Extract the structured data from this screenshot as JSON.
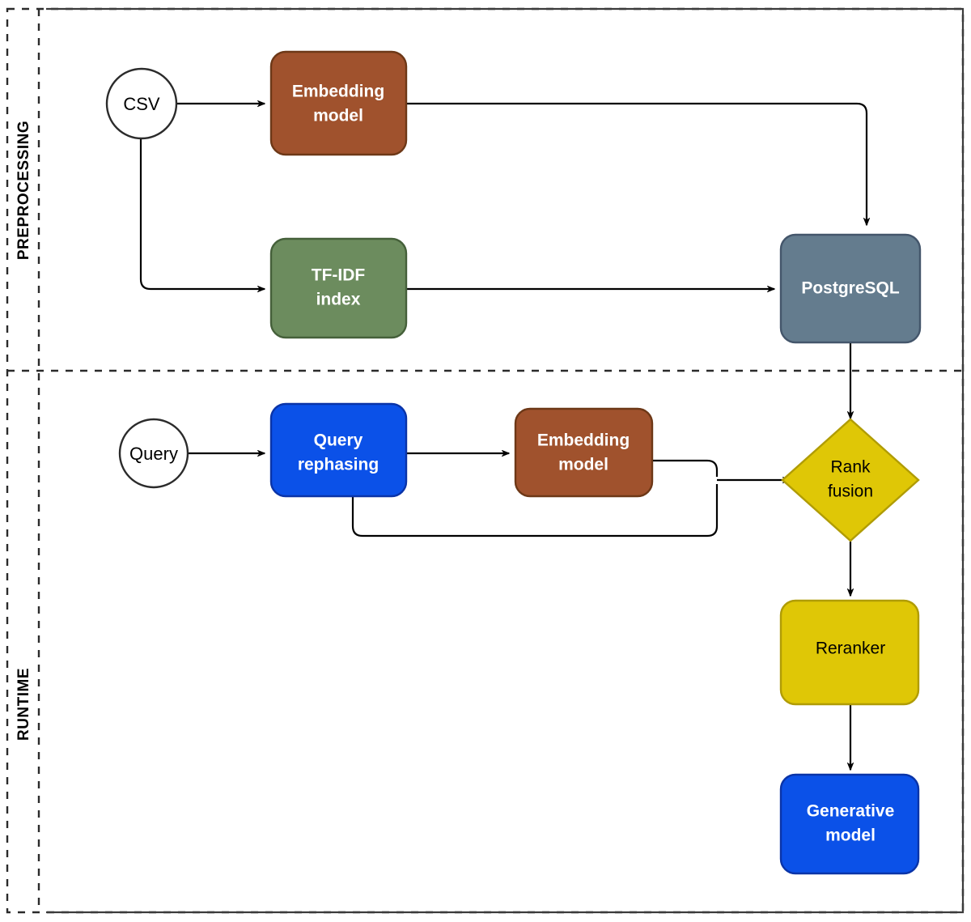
{
  "diagram": {
    "title": "Hybrid RAG pipeline",
    "background": "#ffffff",
    "lanes": [
      {
        "id": "preprocessing",
        "label": "PREPROCESSING"
      },
      {
        "id": "runtime",
        "label": "RUNTIME"
      }
    ],
    "palette": {
      "brown": "#A0522D",
      "brown_stroke": "#6D3817",
      "green": "#6C8C5E",
      "green_stroke": "#45603A",
      "slate": "#647C8E",
      "slate_stroke": "#44566B",
      "blue": "#0B51E8",
      "blue_stroke": "#0A34A8",
      "yellow": "#DFC706",
      "yellow_stroke": "#B09C05",
      "white": "#FFFFFF",
      "edge": "#000000",
      "frame": "#3B3B3B"
    },
    "nodes": [
      {
        "id": "csv",
        "label": "CSV",
        "shape": "ellipse",
        "lane": "preprocessing",
        "fill": "white",
        "text": "dark"
      },
      {
        "id": "embedding-model-1",
        "label": "Embedding\nmodel",
        "shape": "round-rect",
        "lane": "preprocessing",
        "fill": "brown",
        "text": "light"
      },
      {
        "id": "tfidf-index",
        "label": "TF-IDF\nindex",
        "shape": "round-rect",
        "lane": "preprocessing",
        "fill": "green",
        "text": "light"
      },
      {
        "id": "postgresql",
        "label": "PostgreSQL",
        "shape": "round-rect",
        "lane": "preprocessing",
        "fill": "slate",
        "text": "light"
      },
      {
        "id": "query",
        "label": "Query",
        "shape": "ellipse",
        "lane": "runtime",
        "fill": "white",
        "text": "dark"
      },
      {
        "id": "query-rephasing",
        "label": "Query\nrephasing",
        "shape": "round-rect",
        "lane": "runtime",
        "fill": "blue",
        "text": "light"
      },
      {
        "id": "embedding-model-2",
        "label": "Embedding\nmodel",
        "shape": "round-rect",
        "lane": "runtime",
        "fill": "brown",
        "text": "light"
      },
      {
        "id": "rank-fusion",
        "label": "Rank\nfusion",
        "shape": "diamond",
        "lane": "runtime",
        "fill": "yellow",
        "text": "dark"
      },
      {
        "id": "reranker",
        "label": "Reranker",
        "shape": "round-rect",
        "lane": "runtime",
        "fill": "yellow",
        "text": "dark"
      },
      {
        "id": "generative-model",
        "label": "Generative\nmodel",
        "shape": "round-rect",
        "lane": "runtime",
        "fill": "blue",
        "text": "light"
      }
    ],
    "edges": [
      {
        "id": "csv-to-embedding",
        "from": "csv",
        "to": "embedding-model-1",
        "arrow": true
      },
      {
        "id": "csv-to-tfidf",
        "from": "csv",
        "to": "tfidf-index",
        "arrow": true
      },
      {
        "id": "embedding-to-postgresql",
        "from": "embedding-model-1",
        "to": "postgresql",
        "arrow": true
      },
      {
        "id": "tfidf-to-postgresql",
        "from": "tfidf-index",
        "to": "postgresql",
        "arrow": true
      },
      {
        "id": "postgresql-to-rank-fusion",
        "from": "postgresql",
        "to": "rank-fusion",
        "arrow": true
      },
      {
        "id": "query-to-rephasing",
        "from": "query",
        "to": "query-rephasing",
        "arrow": true
      },
      {
        "id": "rephasing-to-embedding",
        "from": "query-rephasing",
        "to": "embedding-model-2",
        "arrow": true
      },
      {
        "id": "embedding-to-rank-fusion",
        "from": "embedding-model-2",
        "to": "rank-fusion",
        "arrow": true
      },
      {
        "id": "rephasing-to-rank-fusion",
        "from": "query-rephasing",
        "to": "rank-fusion",
        "arrow": true
      },
      {
        "id": "rank-fusion-to-reranker",
        "from": "rank-fusion",
        "to": "reranker",
        "arrow": true
      },
      {
        "id": "reranker-to-generative-model",
        "from": "reranker",
        "to": "generative-model",
        "arrow": true
      }
    ]
  },
  "labels": {
    "csv": "CSV",
    "embedding_model_1_line1": "Embedding",
    "embedding_model_1_line2": "model",
    "tfidf_line1": "TF-IDF",
    "tfidf_line2": "index",
    "postgresql": "PostgreSQL",
    "query": "Query",
    "query_rephasing_line1": "Query",
    "query_rephasing_line2": "rephasing",
    "embedding_model_2_line1": "Embedding",
    "embedding_model_2_line2": "model",
    "rank_fusion_line1": "Rank",
    "rank_fusion_line2": "fusion",
    "reranker": "Reranker",
    "generative_model_line1": "Generative",
    "generative_model_line2": "model",
    "lane_preprocessing": "PREPROCESSING",
    "lane_runtime": "RUNTIME"
  }
}
